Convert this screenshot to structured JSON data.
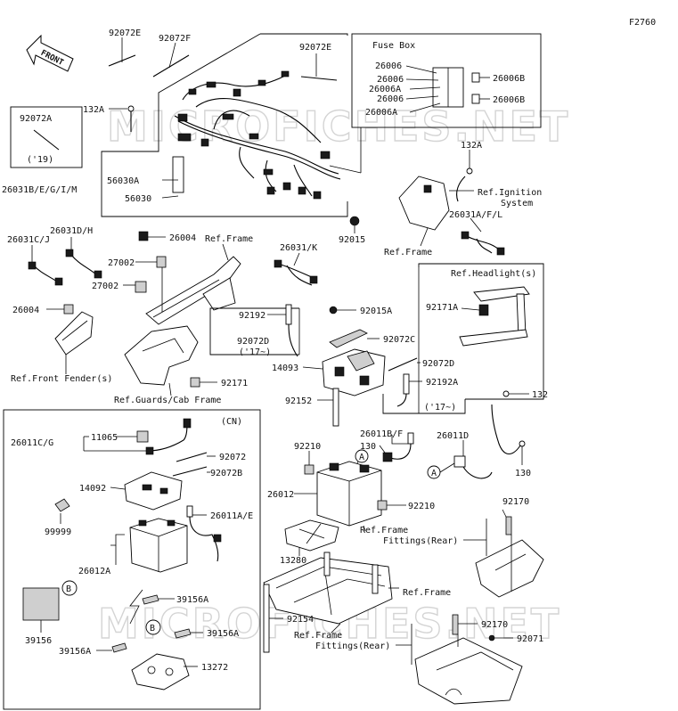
{
  "figure_id": "F2760",
  "watermarks": [
    "MICROFICHES.NET",
    "MICROFICHES.NET"
  ],
  "labels": {
    "front": "FRONT",
    "p92072E_a": "92072E",
    "p92072F": "92072F",
    "p92072E_b": "92072E",
    "fuse_box": "Fuse Box",
    "f26006_1": "26006",
    "f26006_2": "26006",
    "f26006A_1": "26006A",
    "f26006_3": "26006",
    "f26006A_2": "26006A",
    "f26006B_1": "26006B",
    "f26006B_2": "26006B",
    "p132A_a": "132A",
    "p92072A": "92072A",
    "y19": "('19)",
    "p56030A": "56030A",
    "p26031B": "26031B/E/G/I/M",
    "p56030": "56030",
    "p132A_b": "132A",
    "ref_ignition_1": "Ref.Ignition",
    "ref_ignition_2": "System",
    "p26031A": "26031A/F/L",
    "p92015": "92015",
    "ref_frame_a": "Ref.Frame",
    "p26004_a": "26004",
    "ref_frame_b": "Ref.Frame",
    "p26031D": "26031D/H",
    "p26031C": "26031C/J",
    "p27002_a": "27002",
    "p27002_b": "27002",
    "p26031K": "26031/K",
    "ref_headlight": "Ref.Headlight(s)",
    "p92192_a": "92192",
    "p92015A": "92015A",
    "p92171A": "92171A",
    "p26004_b": "26004",
    "p92072D_a": "92072D",
    "y17_a": "('17~)",
    "p92072C": "92072C",
    "p14093": "14093",
    "p92072D_b": "92072D",
    "ref_front_fender": "Ref.Front Fender(s)",
    "p92171": "92171",
    "p92192A": "92192A",
    "ref_guards": "Ref.Guards/Cab Frame",
    "p92152": "92152",
    "y17_b": "('17~)",
    "p132": "132",
    "cn": "(CN)",
    "p26011C": "26011C/G",
    "p11065": "11065",
    "p26011B": "26011B/F",
    "p26011D": "26011D",
    "p92210_a": "92210",
    "p130_a": "130",
    "p92072": "92072",
    "p92072B": "92072B",
    "callout_A1": "A",
    "callout_A2": "A",
    "p130_b": "130",
    "p14092": "14092",
    "p26012": "26012",
    "p92210_b": "92210",
    "p26011A": "26011A/E",
    "p92170_a": "92170",
    "ref_frame_c": "Ref.Frame",
    "ref_fittings_a": "Fittings(Rear)",
    "p99999": "99999",
    "p26012A": "26012A",
    "p13280": "13280",
    "ref_frame_d": "Ref.Frame",
    "callout_B1": "B",
    "p39156A_a": "39156A",
    "p92154": "92154",
    "p92170_b": "92170",
    "p39156": "39156",
    "callout_B2": "B",
    "p39156A_b": "39156A",
    "ref_frame_e": "Ref.Frame",
    "ref_fittings_b": "Fittings(Rear)",
    "p92071": "92071",
    "p39156A_c": "39156A",
    "p13272": "13272"
  }
}
